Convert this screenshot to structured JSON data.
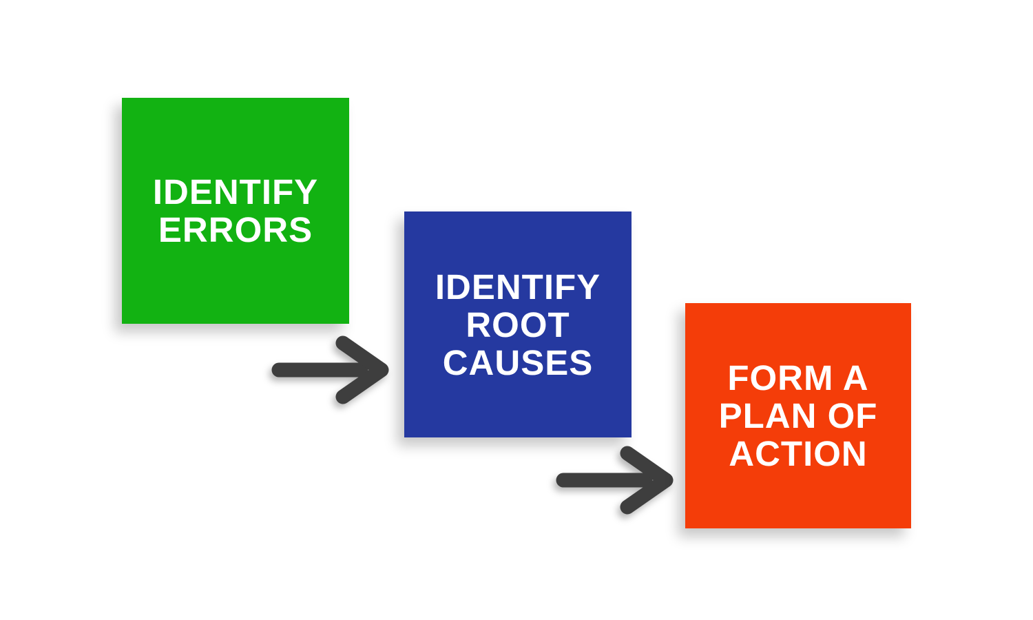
{
  "diagram": {
    "title": "error-resolution-process",
    "background_color": "#ffffff",
    "text_color": "#ffffff",
    "arrow_color": "#3e3e3e",
    "steps": [
      {
        "id": "identify-errors",
        "label": "IDENTIFY\nERRORS",
        "color": "#12b212"
      },
      {
        "id": "identify-root-causes",
        "label": "IDENTIFY\nROOT\nCAUSES",
        "color": "#2539a0"
      },
      {
        "id": "form-a-plan-of-action",
        "label": "FORM A\nPLAN OF\nACTION",
        "color": "#f43d09"
      }
    ],
    "arrows": [
      {
        "icon": "right-arrow-icon"
      },
      {
        "icon": "right-arrow-icon"
      }
    ]
  }
}
